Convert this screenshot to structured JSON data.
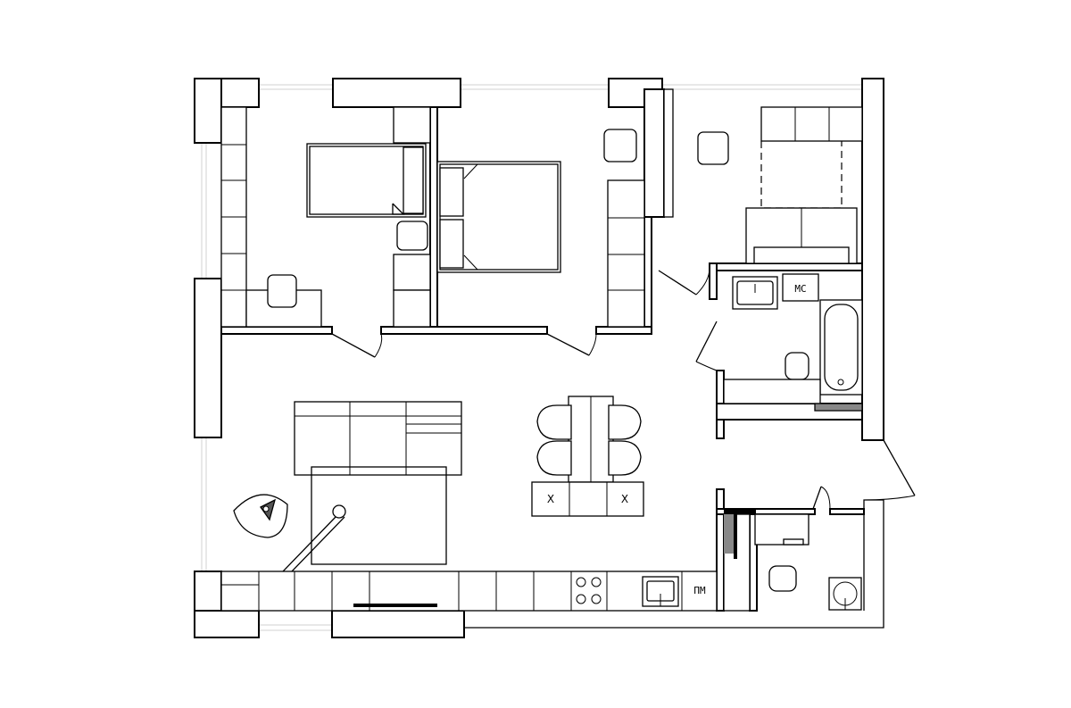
{
  "plan": {
    "labels": {
      "washing_machine": "МС",
      "dishwasher": "ПМ",
      "dining_chair_left": "Х",
      "dining_chair_right": "Х"
    }
  }
}
